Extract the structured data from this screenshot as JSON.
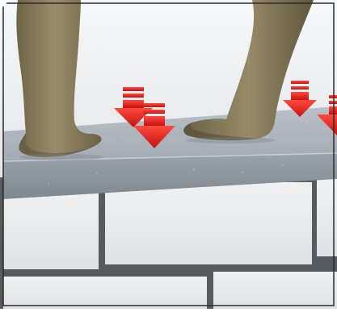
{
  "scene": {
    "subject": "wall-coping",
    "colors": {
      "background_top": "#f4f5f7",
      "background_bottom": "#d9dde2",
      "coping_top": "#a9b0b8",
      "coping_front": "#8e969f",
      "brick": "#eaebed",
      "mortar": "#4e5358",
      "skin": "#8e8060",
      "skin_shadow": "#5d553f",
      "arrow": "#e0201c",
      "frame": "#2b2b2b"
    },
    "icons": [
      "left-leg-figure",
      "right-leg-figure",
      "downward-load-arrow-icon"
    ]
  }
}
